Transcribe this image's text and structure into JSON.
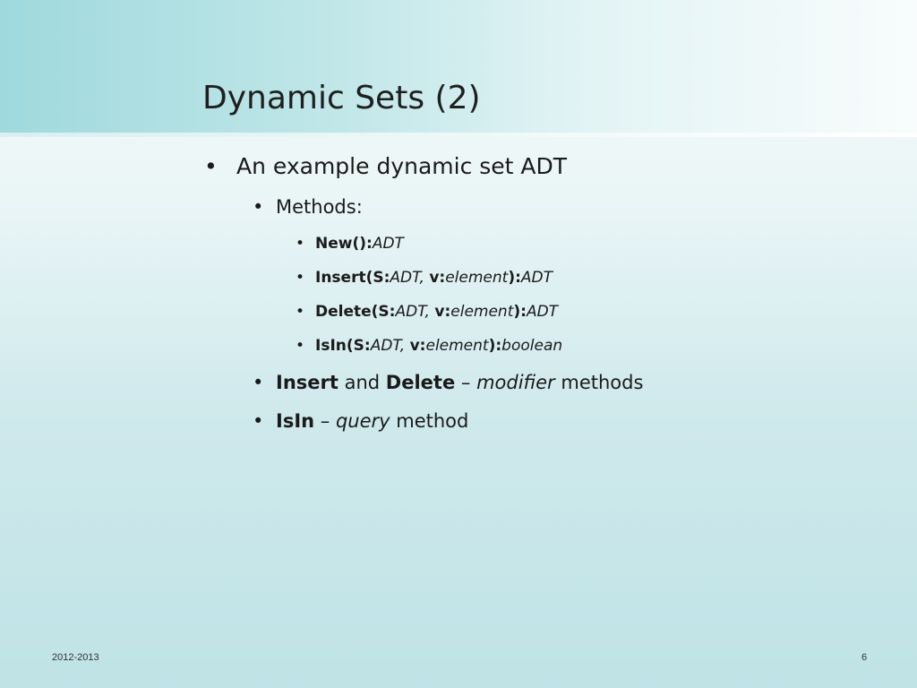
{
  "slide": {
    "title": "Dynamic Sets (2)",
    "bullet_glyph": "•",
    "level1": {
      "text": "An example dynamic set ADT"
    },
    "methods_label": "Methods:",
    "methods": [
      {
        "name": "New():",
        "ret": "ADT"
      },
      {
        "name": "Insert(S:",
        "p1": "ADT,",
        "p2name": "v:",
        "p2": "element",
        "close": "):",
        "ret": "ADT"
      },
      {
        "name": "Delete(S:",
        "p1": "ADT,",
        "p2name": "v:",
        "p2": "element",
        "close": "):",
        "ret": "ADT"
      },
      {
        "name": "IsIn(S:",
        "p1": "ADT,",
        "p2name": "v:",
        "p2": "element",
        "close": "):",
        "ret": "boolean"
      }
    ],
    "modifier_line": {
      "insert": "Insert",
      "and": "and",
      "delete": "Delete",
      "dash": "–",
      "modifier": "modifier",
      "methods": "methods"
    },
    "query_line": {
      "isin": "IsIn",
      "dash": "–",
      "query": "query",
      "method": "method"
    }
  },
  "footer": {
    "date": "2012-2013",
    "page_number": "6"
  }
}
